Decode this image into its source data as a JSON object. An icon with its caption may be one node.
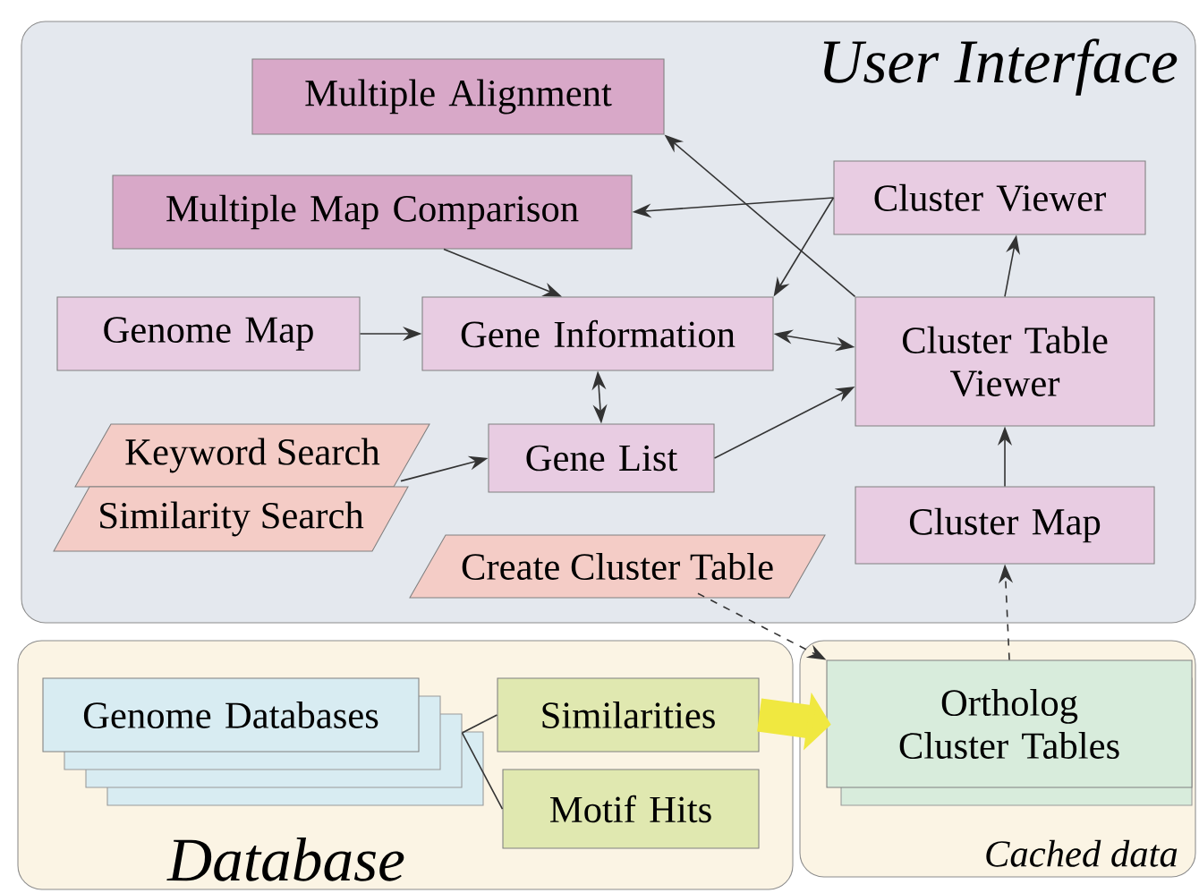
{
  "diagram": {
    "nodes": [
      {
        "text": [
          "User Interface"
        ]
      },
      {
        "text": [
          "Multiple Alignment"
        ],
        "in": 0
      },
      {
        "text": [
          "Multiple Map Comparison"
        ],
        "in": 0
      },
      {
        "text": [
          "Cluster Viewer"
        ],
        "in": 0
      },
      {
        "text": [
          "Genome Map"
        ],
        "in": 0
      },
      {
        "text": [
          "Gene Information"
        ],
        "in": 0
      },
      {
        "text": [
          "Cluster Table Viewer"
        ],
        "in": 0
      },
      {
        "text": [
          "Keyword Search"
        ],
        "in": 0
      },
      {
        "text": [
          "Similarity Search"
        ],
        "in": 0
      },
      {
        "text": [
          "Gene List"
        ],
        "in": 0
      },
      {
        "text": [
          "Cluster Map"
        ],
        "in": 0
      },
      {
        "text": [
          "Create Cluster Table"
        ],
        "in": 0
      },
      {
        "text": [
          "Database"
        ]
      },
      {
        "text": [
          "Cached data"
        ]
      },
      {
        "text": [
          "Genome Databases"
        ],
        "in": 12
      },
      {
        "text": [
          "Similarities"
        ],
        "in": 12
      },
      {
        "text": [
          "Motif Hits"
        ],
        "in": 12
      },
      {
        "text": [
          "Ortholog Cluster Tables"
        ],
        "in": 13
      }
    ],
    "edges": [
      {
        "from": 6,
        "to": 1,
        "arrow": "to"
      },
      {
        "from": 3,
        "to": 2,
        "arrow": "to"
      },
      {
        "from": 3,
        "to": 5,
        "arrow": "to"
      },
      {
        "from": 2,
        "to": 5,
        "arrow": "to"
      },
      {
        "from": 4,
        "to": 5,
        "arrow": "to"
      },
      {
        "from": 5,
        "to": 6,
        "arrow": "both"
      },
      {
        "from": 5,
        "to": 9,
        "arrow": "both"
      },
      {
        "from": 7,
        "to": 9,
        "arrow": "to"
      },
      {
        "from": 9,
        "to": 6,
        "arrow": "to"
      },
      {
        "from": 6,
        "to": 3,
        "arrow": "to"
      },
      {
        "from": 10,
        "to": 6,
        "arrow": "to"
      },
      {
        "from": 17,
        "to": 10,
        "arrow": "to",
        "style": "dashed"
      },
      {
        "from": 11,
        "to": 17,
        "arrow": "to",
        "style": "dashed"
      },
      {
        "from": 14,
        "to": 15,
        "arrow": "none"
      },
      {
        "from": 14,
        "to": 16,
        "arrow": "none"
      },
      {
        "from": 15,
        "to": 17,
        "arrow": "to",
        "style": "thick",
        "color": "#f0e840"
      }
    ]
  }
}
